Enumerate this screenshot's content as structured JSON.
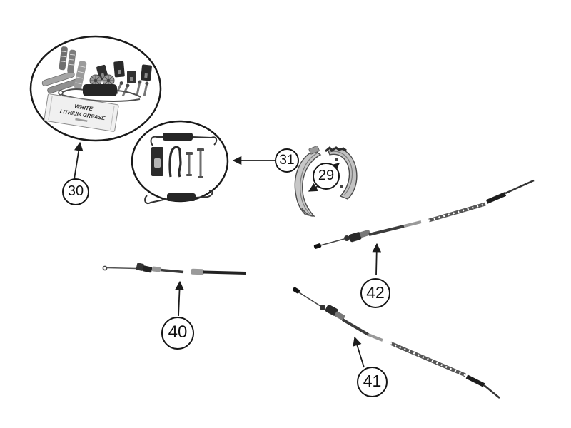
{
  "diagram": {
    "background": "#ffffff",
    "ink": "#1c1c1c",
    "metal_light": "#c7c7c7",
    "metal_mid": "#8f8f8f",
    "metal_dark": "#2a2a2a"
  },
  "callouts": {
    "c29": {
      "label": "29"
    },
    "c30": {
      "label": "30"
    },
    "c31": {
      "label": "31"
    },
    "c40": {
      "label": "40"
    },
    "c41": {
      "label": "41"
    },
    "c42": {
      "label": "42"
    }
  },
  "grease_packet": {
    "line1": "WHITE",
    "line2": "LITHIUM GREASE"
  }
}
